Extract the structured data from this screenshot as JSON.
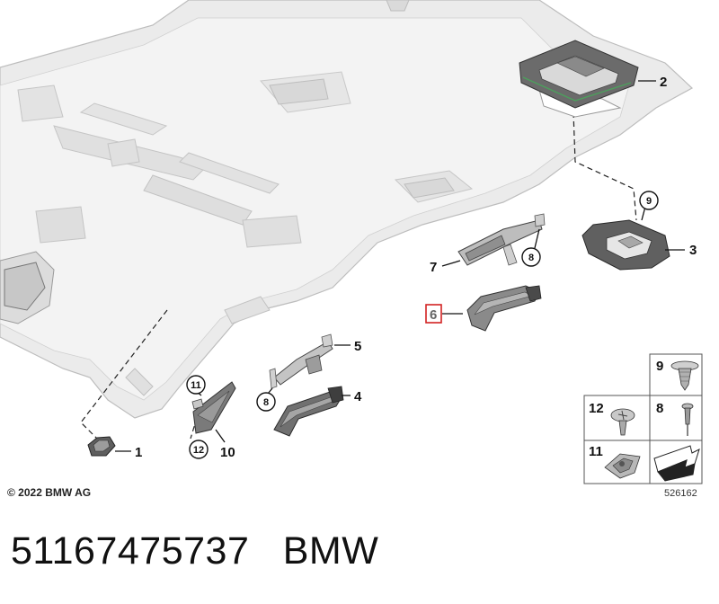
{
  "callouts": {
    "c1": "1",
    "c2": "2",
    "c3": "3",
    "c4": "4",
    "c5": "5",
    "c6": "6",
    "c7": "7",
    "c8a": "8",
    "c8b": "8",
    "c9": "9",
    "c10": "10",
    "c11": "11",
    "c12": "12"
  },
  "parts_table": {
    "cell_9": "9",
    "cell_12": "12",
    "cell_8": "8",
    "cell_11": "11"
  },
  "highlighted_callout": "6",
  "copyright": "© 2022 BMW AG",
  "diagram_id": "526162",
  "footer": {
    "part_number": "51167475737",
    "brand": "BMW"
  },
  "colors": {
    "headliner": "#e9e9e9",
    "part_dark": "#555555",
    "highlight_box": "#d22222"
  }
}
